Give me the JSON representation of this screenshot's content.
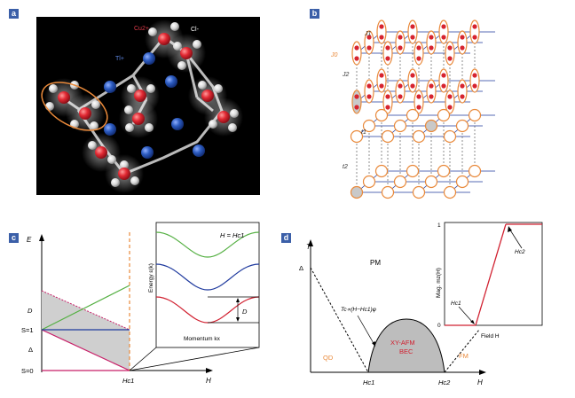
{
  "panels": {
    "a": {
      "badge": "a",
      "label_cu": "Cu2+",
      "label_cl": "Cl-",
      "label_tl": "Tl+"
    },
    "b": {
      "badge": "b",
      "label_j0": "J0",
      "label_j1": "J1",
      "label_j2": "J2",
      "label_t1": "t1",
      "label_t2": "t2"
    },
    "c": {
      "badge": "c",
      "axis_e": "E",
      "axis_h": "H",
      "label_d": "D",
      "label_s1": "S=1",
      "label_delta": "Δ",
      "label_s0": "S=0",
      "tick_hc1": "Hc1",
      "inset_eq": "H = Hc1",
      "inset_ylabel": "Energy ε(k)",
      "inset_xlabel": "Momentum kx",
      "inset_d": "D"
    },
    "d": {
      "badge": "d",
      "axis_t": "T",
      "axis_h": "H",
      "label_delta": "Δ",
      "label_pm": "PM",
      "label_tc": "Tc∝(H−Hc1)φ",
      "label_qd": "QD",
      "label_bec1": "XY-AFM",
      "label_bec2": "BEC",
      "label_fm": "FM",
      "tick_hc1": "Hc1",
      "tick_hc2": "Hc2",
      "inset_y1": "1",
      "inset_y0": "0",
      "inset_ylabel": "Mag. mz(H)",
      "inset_xlabel": "Field H",
      "inset_hc1": "Hc1",
      "inset_hc2": "Hc2"
    }
  },
  "colors": {
    "badge": "#3b5fa8",
    "orange": "#e9893a",
    "red_atom": "#d7242f",
    "blue_atom": "#2a56b0",
    "green": "#55b043",
    "blue_line": "#1f3a9e",
    "red_line": "#d12030",
    "magenta": "#c81f68"
  }
}
